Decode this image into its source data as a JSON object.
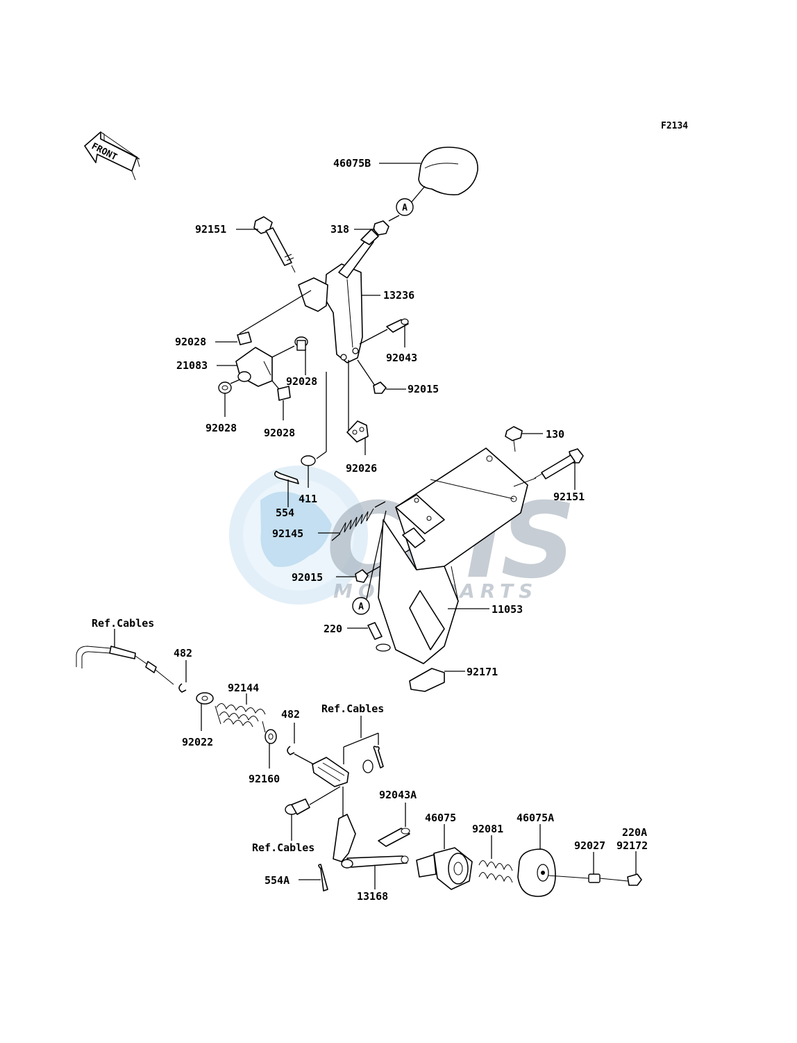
{
  "diagram_code": "F2134",
  "front_label": "FRONT",
  "callout_a": "A",
  "watermark": {
    "logo": "CMS",
    "sub": "MOTORPARTS"
  },
  "labels": {
    "p46075B": "46075B",
    "p318": "318",
    "p92151a": "92151",
    "p13236": "13236",
    "p92028a": "92028",
    "p21083": "21083",
    "p92043": "92043",
    "p92028b": "92028",
    "p92015a": "92015",
    "p92028c": "92028",
    "p92028d": "92028",
    "p130": "130",
    "p92026": "92026",
    "p92151b": "92151",
    "p411": "411",
    "p554": "554",
    "p92145": "92145",
    "p92015b": "92015",
    "p11053": "11053",
    "p220": "220",
    "p92171": "92171",
    "refCables1": "Ref.Cables",
    "p482a": "482",
    "p92144": "92144",
    "p92022": "92022",
    "p482b": "482",
    "refCables2": "Ref.Cables",
    "p92160": "92160",
    "p92043A": "92043A",
    "p46075": "46075",
    "p92081": "92081",
    "p46075A": "46075A",
    "p220A": "220A",
    "p92027": "92027",
    "p92172": "92172",
    "refCables3": "Ref.Cables",
    "p554A": "554A",
    "p13168": "13168"
  }
}
